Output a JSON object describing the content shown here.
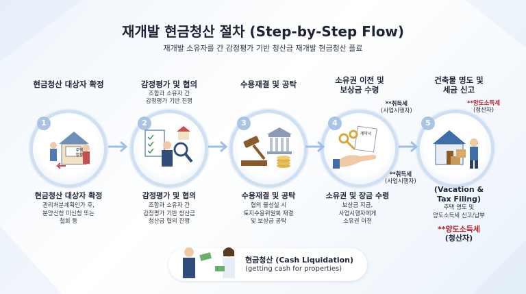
{
  "header": {
    "title": "재개발 현금청산 절차 (Step-by-Step Flow)",
    "subtitle": "재개발 소유자를 간 감정평가 기반 청산금 재개발 현금청산 플료"
  },
  "steps": [
    {
      "number": "1",
      "top_label": "현금청산 대상자 확정",
      "top_note": "",
      "bottom_label": "현금청산 대상자 확정",
      "bottom_note": "관리처분계획인가 후,\n분양신청 미신청 또는\n철회 등",
      "icon_text": "주택\n멸렬"
    },
    {
      "number": "2",
      "top_label": "감정평가 및 협의",
      "top_note": "조합과 소유자 간\n감정평가 기반 진행",
      "bottom_label": "감정평가 및 협의",
      "bottom_note": "조합과 소유자 간\n감정평가 기반 청산금\n청산금 협의 진행"
    },
    {
      "number": "3",
      "top_label": "수용재결 및 공탁",
      "top_note": "",
      "bottom_label": "수용재결 및 공탁",
      "bottom_note": "협의 불성실 시\n토지수용위원회 재결\n및 보상금 공탁"
    },
    {
      "number": "4",
      "top_label": "소유권 이전 및\n보상금 수령",
      "top_note": "",
      "bottom_label": "소유권 및 장금 수령",
      "bottom_note": "보상금 지급,\n사업시행자에게\n소유권 이전",
      "icon_text": "계약서",
      "tax_top": {
        "name": "**취득세",
        "who": "(사업시행자)"
      },
      "tax_mid": {
        "name": "**취득세",
        "who": "(사업시행자)"
      }
    },
    {
      "number": "5",
      "top_label": "건축물 명도 및\n세금 신고",
      "top_note": "",
      "bottom_label": "(Vacation &\nTax Filing)",
      "bottom_note": "주택 명도 및\n양도소득세 신고/납부",
      "tax_top": {
        "name": "**양도소득세",
        "who": "(청산자)"
      },
      "tax_bottom": {
        "name": "**양도소득세",
        "who": "(청산자)"
      }
    }
  ],
  "banner": {
    "title": "현금청산 (Cash Liquidation)",
    "subtitle": "(getting cash for properties)"
  },
  "colors": {
    "accent": "#a9c4e4",
    "ring": "#cfe0f3",
    "arrow": "#9dbfe6",
    "tax_red": "#b3202a"
  }
}
